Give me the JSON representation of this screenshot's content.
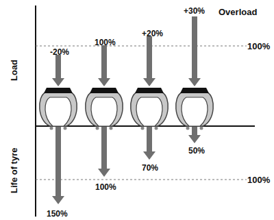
{
  "diagram": {
    "labels": [
      "Load",
      "Life of tyre",
      "-20%",
      "100%",
      "+20%",
      "+30%",
      "Overload",
      "100%",
      "150%",
      "100%",
      "70%",
      "50%",
      "100%"
    ]
  }
}
